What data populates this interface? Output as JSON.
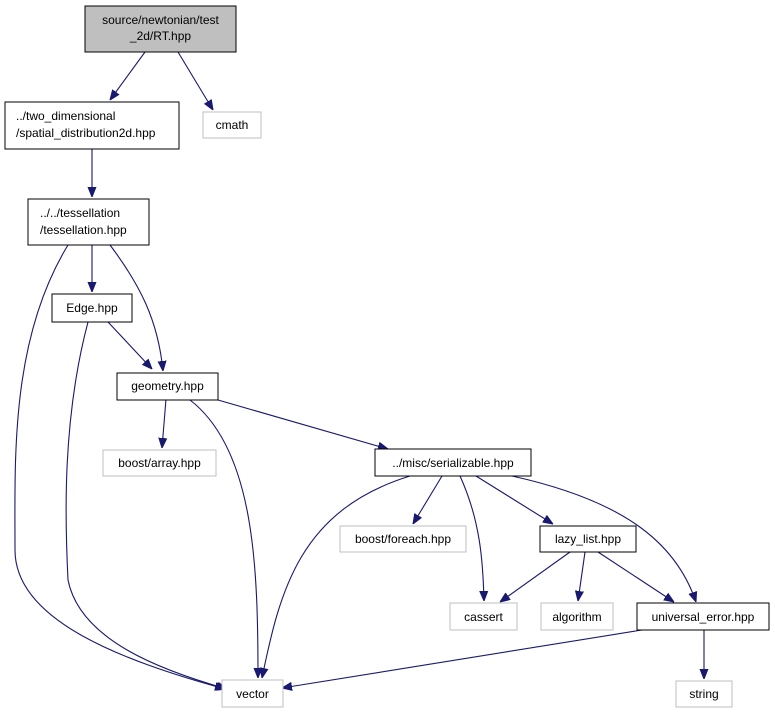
{
  "colors": {
    "edge": "#191970",
    "node_border_internal": "#000000",
    "node_border_external": "#bfbfbf",
    "root_fill": "#bfbfbf",
    "text": "#000000"
  },
  "nodes": {
    "rt": {
      "lines": [
        "source/newtonian/test",
        "_2d/RT.hpp"
      ],
      "kind": "root"
    },
    "spatial": {
      "lines": [
        "../two_dimensional",
        "/spatial_distribution2d.hpp"
      ],
      "kind": "internal"
    },
    "cmath": {
      "lines": [
        "cmath"
      ],
      "kind": "external"
    },
    "tessellation": {
      "lines": [
        "../../tessellation",
        "/tessellation.hpp"
      ],
      "kind": "internal"
    },
    "edge": {
      "lines": [
        "Edge.hpp"
      ],
      "kind": "internal"
    },
    "geometry": {
      "lines": [
        "geometry.hpp"
      ],
      "kind": "internal"
    },
    "boost_array": {
      "lines": [
        "boost/array.hpp"
      ],
      "kind": "external"
    },
    "serializable": {
      "lines": [
        "../misc/serializable.hpp"
      ],
      "kind": "internal"
    },
    "boost_foreach": {
      "lines": [
        "boost/foreach.hpp"
      ],
      "kind": "external"
    },
    "lazy_list": {
      "lines": [
        "lazy_list.hpp"
      ],
      "kind": "internal"
    },
    "cassert": {
      "lines": [
        "cassert"
      ],
      "kind": "external"
    },
    "algorithm": {
      "lines": [
        "algorithm"
      ],
      "kind": "external"
    },
    "universal_error": {
      "lines": [
        "universal_error.hpp"
      ],
      "kind": "internal"
    },
    "vector": {
      "lines": [
        "vector"
      ],
      "kind": "external"
    },
    "string": {
      "lines": [
        "string"
      ],
      "kind": "external"
    }
  },
  "edges": [
    {
      "from": "rt",
      "to": "spatial"
    },
    {
      "from": "rt",
      "to": "cmath"
    },
    {
      "from": "spatial",
      "to": "tessellation"
    },
    {
      "from": "tessellation",
      "to": "edge"
    },
    {
      "from": "tessellation",
      "to": "geometry"
    },
    {
      "from": "tessellation",
      "to": "vector"
    },
    {
      "from": "edge",
      "to": "geometry"
    },
    {
      "from": "edge",
      "to": "vector"
    },
    {
      "from": "geometry",
      "to": "boost_array"
    },
    {
      "from": "geometry",
      "to": "serializable"
    },
    {
      "from": "geometry",
      "to": "vector"
    },
    {
      "from": "serializable",
      "to": "vector"
    },
    {
      "from": "serializable",
      "to": "boost_foreach"
    },
    {
      "from": "serializable",
      "to": "cassert"
    },
    {
      "from": "serializable",
      "to": "lazy_list"
    },
    {
      "from": "serializable",
      "to": "universal_error"
    },
    {
      "from": "lazy_list",
      "to": "cassert"
    },
    {
      "from": "lazy_list",
      "to": "algorithm"
    },
    {
      "from": "lazy_list",
      "to": "universal_error"
    },
    {
      "from": "universal_error",
      "to": "vector"
    },
    {
      "from": "universal_error",
      "to": "string"
    }
  ]
}
